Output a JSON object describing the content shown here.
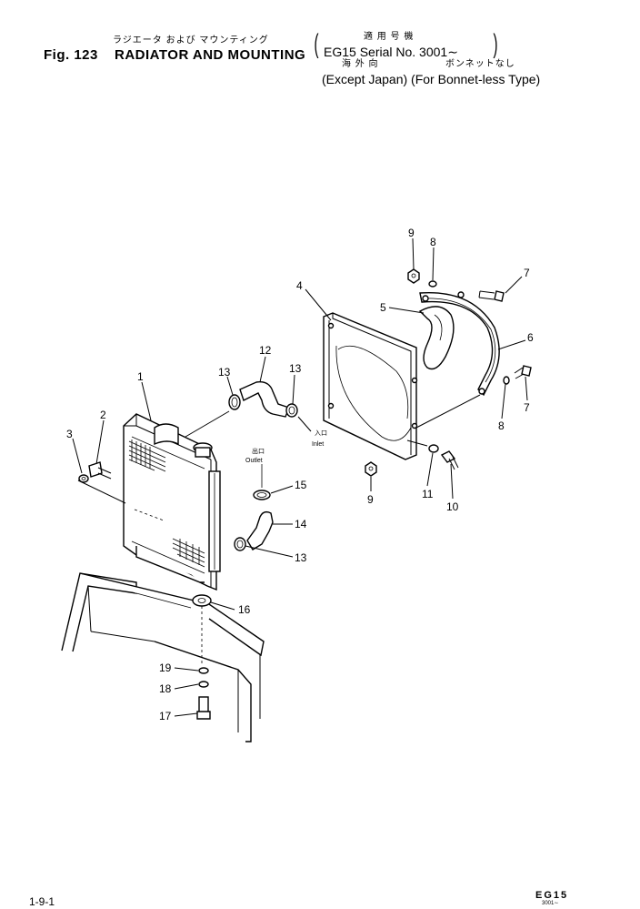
{
  "header": {
    "title_jp": "ラジエータ および マウンティング",
    "fig_label": "Fig. 123",
    "title_en": "RADIATOR AND MOUNTING",
    "serial_jp": "適 用 号 機",
    "serial_en": "EG15 Serial No. 3001∼",
    "paren_open": "(",
    "paren_close": ")",
    "market_jp": "海 外 向",
    "type_jp": "ボンネットなし",
    "applicability_en": "(Except Japan) (For Bonnet-less Type)"
  },
  "notes": {
    "inlet_jp": "入口",
    "inlet_en": "Inlet",
    "outlet_jp": "出口",
    "outlet_en": "Outlet"
  },
  "callouts": [
    "1",
    "2",
    "3",
    "4",
    "5",
    "6",
    "7",
    "7",
    "8",
    "8",
    "9",
    "9",
    "10",
    "11",
    "12",
    "13",
    "13",
    "13",
    "14",
    "15",
    "16",
    "17",
    "18",
    "19"
  ],
  "footer": {
    "page": "1-9-1",
    "model": "EG15",
    "serial": "3001∼"
  }
}
